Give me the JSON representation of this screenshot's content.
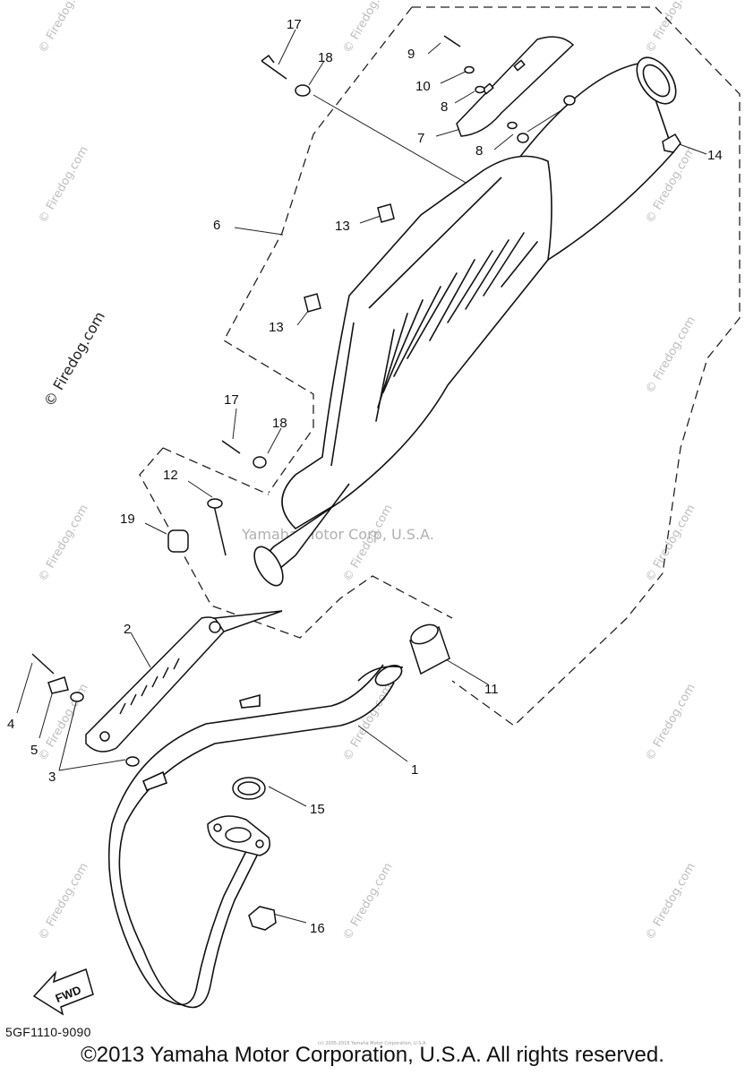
{
  "watermark": {
    "site": "© Firedog.com",
    "corp": "Yamaha Motor Corp, U.S.A."
  },
  "callouts": {
    "p1": "1",
    "p2": "2",
    "p3": "3",
    "p4": "4",
    "p5": "5",
    "p6": "6",
    "p7": "7",
    "p8a": "8",
    "p8b": "8",
    "p9": "9",
    "p10": "10",
    "p11": "11",
    "p12": "12",
    "p13a": "13",
    "p13b": "13",
    "p14": "14",
    "p15": "15",
    "p16": "16",
    "p17a": "17",
    "p17b": "17",
    "p18a": "18",
    "p18b": "18",
    "p19": "19"
  },
  "fwd_label": "FWD",
  "diagram_code": "5GF1110-9090",
  "small_copyright": "(c) 2005-2016 Yamaha Motor Corporation, U.S.A.",
  "copyright": "©2013 Yamaha Motor Corporation, U.S.A. All rights reserved."
}
